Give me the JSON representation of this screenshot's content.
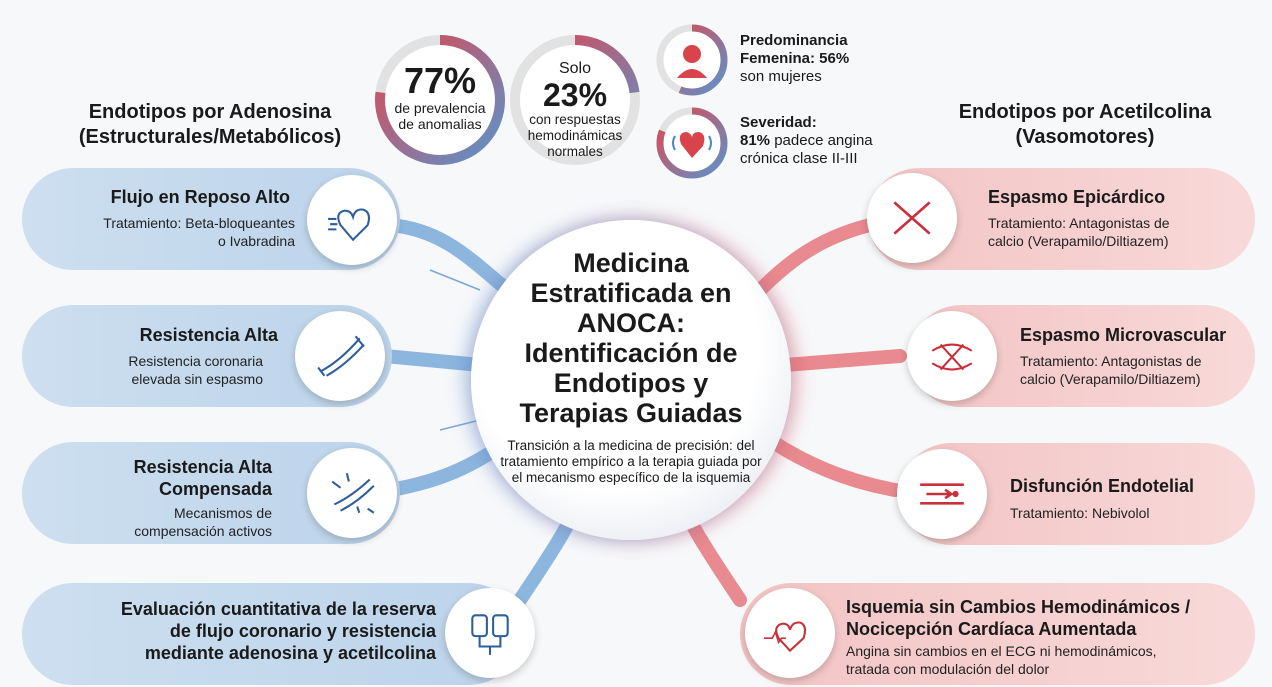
{
  "stats": [
    {
      "big": "77%",
      "label": "de prevalencia de anomalias",
      "percent": 77
    },
    {
      "pre": "Solo",
      "big": "23%",
      "label": "con respuestas hemodinámicas normales",
      "percent": 23
    },
    {
      "title": "Predominancia Femenina: 56%",
      "label": "son mujeres",
      "icon": "woman-icon",
      "percent": 56
    },
    {
      "title": "Severidad:",
      "bold": "81%",
      "label": "padece angina crónica clase II-III",
      "icon": "heart-icon",
      "percent": 81
    }
  ],
  "left": {
    "heading1": "Endotipos por Adenosina",
    "heading2": "(Estructurales/Metabólicos)",
    "items": [
      {
        "title": "Flujo en Reposo Alto",
        "sub1": "Tratamiento: Beta-bloqueantes",
        "sub2": "o Ivabradina",
        "icon": "heart-flow-icon"
      },
      {
        "title": "Resistencia Alta",
        "sub1": "Resistencia coronaria",
        "sub2": "elevada sin espasmo",
        "icon": "narrow-vessel-icon"
      },
      {
        "title1": "Resistencia Alta",
        "title2": "Compensada",
        "sub1": "Mecanismos de",
        "sub2": "compensación activos",
        "icon": "vessel-arrows-icon"
      },
      {
        "title1": "Evaluación cuantitativa de la reserva",
        "title2": "de flujo coronario y resistencia",
        "title3": "mediante adenosina y acetilcolina",
        "icon": "iv-bags-icon"
      }
    ]
  },
  "right": {
    "heading1": "Endotipos por Acetilcolina",
    "heading2": "(Vasomotores)",
    "items": [
      {
        "title": "Espasmo Epicárdico",
        "sub1": "Tratamiento: Antagonistas de",
        "sub2": "calcio (Verapamilo/Diltiazem)",
        "icon": "spasm-vessel-icon"
      },
      {
        "title": "Espasmo Microvascular",
        "sub1": "Tratamiento: Antagonistas de",
        "sub2": "calcio (Verapamilo/Diltiazem)",
        "icon": "microvascular-icon"
      },
      {
        "title": "Disfunción Endotelial",
        "sub1": "Tratamiento: Nebivolol",
        "icon": "endothelium-icon"
      },
      {
        "title1": "Isquemia sin Cambios Hemodinámicos /",
        "title2": "Nocicepción Cardíaca Aumentada",
        "sub1": "Angina sin cambios en el ECG ni hemodinámicos,",
        "sub2": "tratada con modulación del dolor",
        "icon": "heart-ecg-icon"
      }
    ]
  },
  "center": {
    "title": [
      "Medicina",
      "Estratificada en",
      "ANOCA:",
      "Identificación de",
      "Endotipos y",
      "Terapias Guiadas"
    ],
    "subtitle": "Transición a la medicina de precisión: del tratamiento empírico a la terapia guiada por el mecanismo específico de la isquemia"
  },
  "colors": {
    "blue": "#5b93cc",
    "red": "#e0474f",
    "blue_pill": "#c6dbef",
    "red_pill": "#f5cfcf"
  }
}
